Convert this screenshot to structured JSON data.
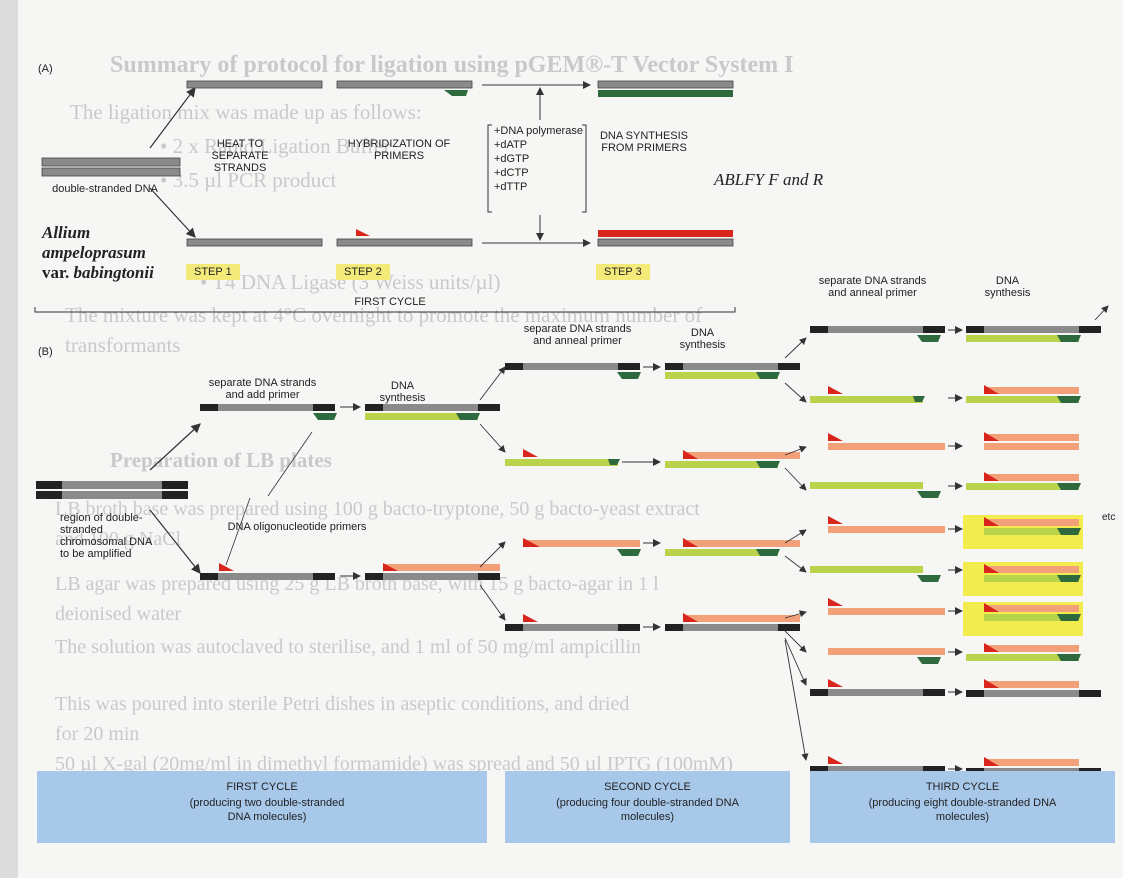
{
  "background_text": {
    "heading": "Summary of protocol for ligation using pGEM®-T Vector System I",
    "lines": [
      "The ligation mix was made up as follows:",
      "• 2 x Rapid Ligation Buffer",
      "• 3.5 µl PCR product",
      "• T4 DNA Ligase (3 Weiss units/µl)",
      "The mixture was kept at 4°C overnight to promote the maximum number of",
      "transformants",
      "Preparation of LB plates",
      "LB broth base was prepared using 100 g bacto-tryptone, 50 g bacto-yeast extract",
      "and 100 g NaCl",
      "LB agar was prepared using 25 g LB broth base, with 15 g bacto-agar in 1 l",
      "deionised water",
      "The solution was autoclaved to sterilise, and 1 ml of 50 mg/ml ampicillin",
      "This was poured into sterile Petri dishes in aseptic conditions, and dried",
      "for 20 min",
      "50 µl X-gal (20mg/ml in dimethyl formamide) was spread and 50 µl IPTG (100mM)"
    ]
  },
  "panel_a": {
    "label": "(A)",
    "heat_label": "HEAT TO SEPARATE STRANDS",
    "hyb_label": "HYBRIDIZATION OF PRIMERS",
    "reagents": [
      "+DNA polymerase",
      "+dATP",
      "+dGTP",
      "+dCTP",
      "+dTTP"
    ],
    "synth_label": "DNA SYNTHESIS FROM PRIMERS",
    "ds_dna": "double-stranded DNA",
    "primer_name": "ABLFY F and R",
    "species_1": "Allium",
    "species_2": "ampeloprasum",
    "species_3_prefix": "var.",
    "species_3_name": "babingtonii",
    "step1": "STEP 1",
    "step2": "STEP 2",
    "step3": "STEP 3",
    "first_cycle": "FIRST CYCLE"
  },
  "panel_b": {
    "label": "(B)",
    "sep_add": "separate DNA strands and add primer",
    "sep_anneal_1": "separate DNA strands and anneal primer",
    "sep_anneal_2": "separate DNA strands and anneal primer",
    "synth_1": "DNA synthesis",
    "synth_2": "DNA synthesis",
    "synth_3": "DNA synthesis",
    "oligo": "DNA oligonucleotide primers",
    "region": "region of double-stranded chromosomal DNA to be amplified",
    "etc": "etc"
  },
  "cycles": [
    {
      "title": "FIRST CYCLE",
      "sub": "(producing two double-stranded DNA molecules)"
    },
    {
      "title": "SECOND CYCLE",
      "sub": "(producing four double-stranded DNA molecules)"
    },
    {
      "title": "THIRD CYCLE",
      "sub": "(producing eight double-stranded DNA molecules)"
    }
  ],
  "colors": {
    "dna_gray": "#8a8a8a",
    "primer_red": "#d9261c",
    "primer_green": "#2e6a3e",
    "new_salmon": "#f2a07a",
    "new_green": "#b9d44a",
    "highlight_yellow": "#f2ec4f",
    "panel_blue": "#a8c8ea"
  }
}
